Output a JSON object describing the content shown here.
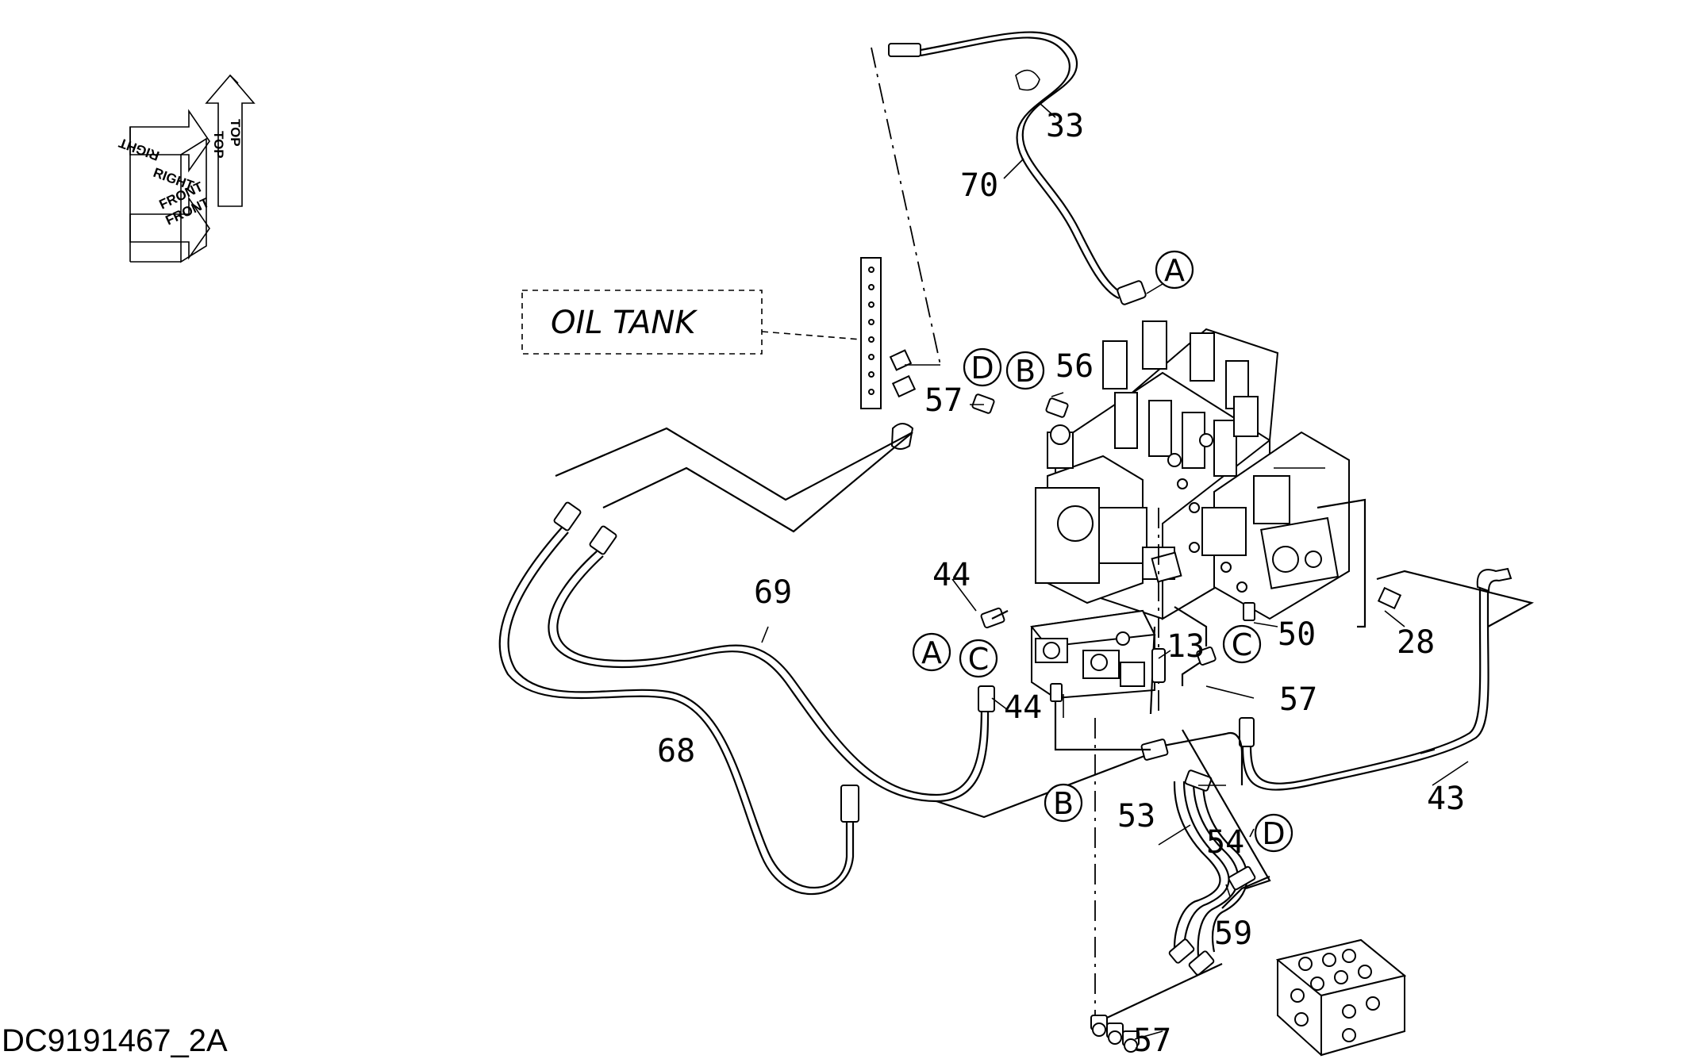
{
  "drawing_code": "DC9191467_2A",
  "oil_tank_label": "OIL  TANK",
  "orientation": {
    "top_a": "TOP",
    "top_b": "TOP",
    "right_a": "RIGHT",
    "right_b": "RIGHT",
    "front_a": "FRONT",
    "front_b": "FRONT"
  },
  "part_numbers": {
    "p33": "33",
    "p70": "70",
    "p56": "56",
    "p57_upper": "57",
    "p44_upper": "44",
    "p69": "69",
    "p13": "13",
    "p50": "50",
    "p28": "28",
    "p44_lower": "44",
    "p57_mid": "57",
    "p68": "68",
    "p43": "43",
    "p53": "53",
    "p54": "54",
    "p59": "59",
    "p57_lower": "57"
  },
  "connection_letters": {
    "a_top": "A",
    "d_top": "D",
    "b_top": "B",
    "a_mid": "A",
    "c_mid": "C",
    "c_right": "C",
    "b_low": "B",
    "d_low": "D"
  }
}
